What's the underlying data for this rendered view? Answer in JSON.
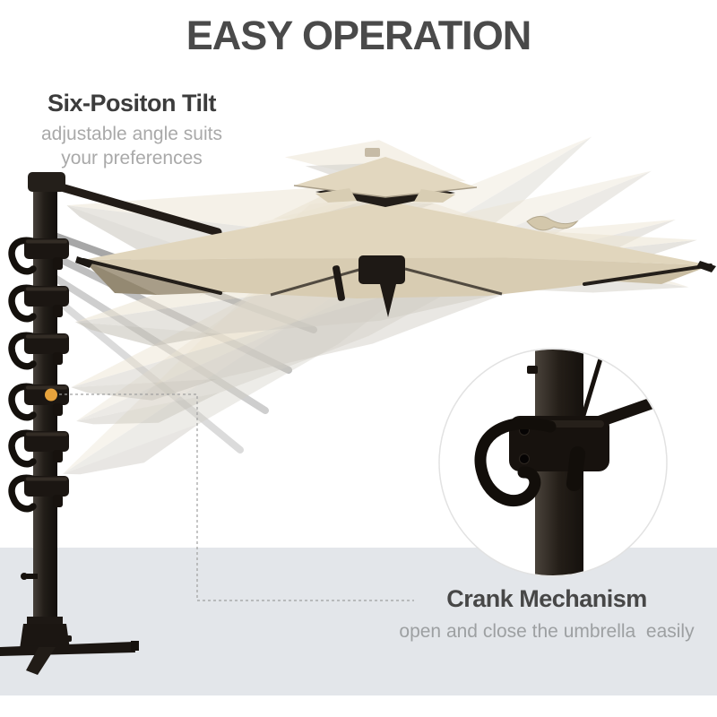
{
  "title": "EASY OPERATION",
  "features": {
    "tilt": {
      "title": "Six-Positon Tilt",
      "line1": "adjustable angle suits",
      "line2": "your preferences"
    },
    "crank": {
      "title": "Crank Mechanism",
      "line1": "open and close the umbrella  easily"
    }
  },
  "illustration": {
    "subject": "cantilever patio umbrella shown in six tilt positions with ghosted canopies, pole tilt levers, cross base and magnified crank detail",
    "tilt_positions": 6,
    "icons": [
      "tilt-position-marker-dot",
      "magnifier-circle-inset",
      "dashed-connector-line"
    ]
  },
  "colors": {
    "background": "#ffffff",
    "floor_band": "#e3e6ea",
    "heading_text": "#4a4a4a",
    "feature_title_text": "#3c3c3c",
    "feature_desc_text": "#a9a9a9",
    "canopy_beige": "#d8ccb2",
    "canopy_underside": "#a89d88",
    "frame_black": "#1b1612",
    "accent_gold": "#e7a33c"
  }
}
